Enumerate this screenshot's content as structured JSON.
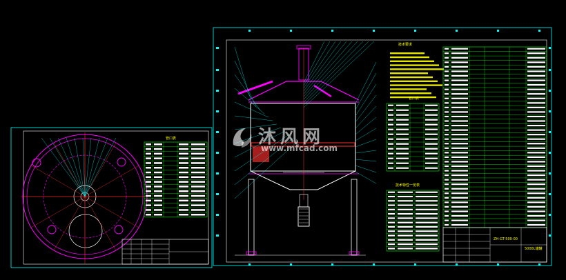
{
  "watermark": {
    "brand": "沐风网",
    "url": "www.mfcad.com"
  },
  "colors": {
    "background": "#000000",
    "frame": "#00ffff",
    "table": "#00ff00",
    "vessel": "#ff00ff",
    "text": "#ffff00",
    "white": "#ffffff",
    "red": "#ff3030"
  },
  "left_sheet": {
    "table_title": "管口表"
  },
  "right_sheet": {
    "tech_req_title": "技术要求",
    "nozzle_table_title": "管口表",
    "spec_table_title": "技术特性一览表",
    "title_block_name": "5000L储罐",
    "title_block_code": "ZH-GT-500-00"
  }
}
